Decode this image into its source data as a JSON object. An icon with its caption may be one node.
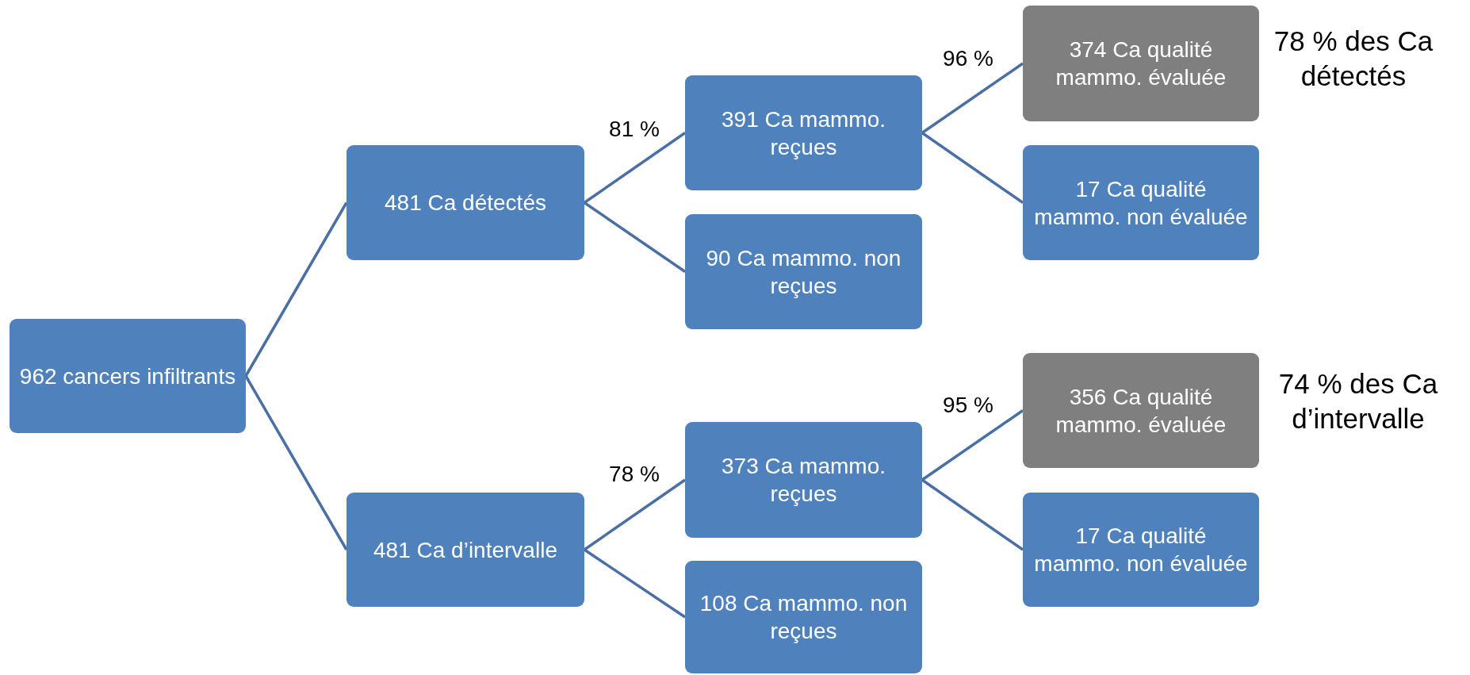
{
  "diagram": {
    "nodes": [
      {
        "text": [
          "962 cancers infiltrants"
        ]
      },
      {
        "text": [
          "481 Ca détectés"
        ]
      },
      {
        "text": [
          "391 Ca mammo. reçues"
        ]
      },
      {
        "text": [
          "90 Ca mammo. non reçues"
        ]
      },
      {
        "text": [
          "374 Ca qualité mammo. évaluée"
        ],
        "beside": [
          "78 % des Ca détectés"
        ]
      },
      {
        "text": [
          "17 Ca qualité mammo. non évaluée"
        ]
      },
      {
        "text": [
          "481 Ca d’intervalle"
        ]
      },
      {
        "text": [
          "373 Ca mammo. reçues"
        ]
      },
      {
        "text": [
          "108 Ca mammo. non reçues"
        ]
      },
      {
        "text": [
          "356 Ca qualité mammo. évaluée"
        ],
        "beside": [
          "74 % des Ca d’intervalle"
        ]
      },
      {
        "text": [
          "17 Ca qualité mammo. non évaluée"
        ]
      }
    ],
    "edges": [
      {
        "from": 0,
        "to": 1,
        "arrow": "none"
      },
      {
        "from": 0,
        "to": 6,
        "arrow": "none"
      },
      {
        "from": 1,
        "to": 2,
        "arrow": "none",
        "label": "81 %"
      },
      {
        "from": 1,
        "to": 3,
        "arrow": "none"
      },
      {
        "from": 2,
        "to": 4,
        "arrow": "none",
        "label": "96 %"
      },
      {
        "from": 2,
        "to": 5,
        "arrow": "none"
      },
      {
        "from": 6,
        "to": 7,
        "arrow": "none",
        "label": "78 %"
      },
      {
        "from": 6,
        "to": 8,
        "arrow": "none"
      },
      {
        "from": 7,
        "to": 9,
        "arrow": "none",
        "label": "95 %"
      },
      {
        "from": 7,
        "to": 10,
        "arrow": "none"
      }
    ]
  }
}
